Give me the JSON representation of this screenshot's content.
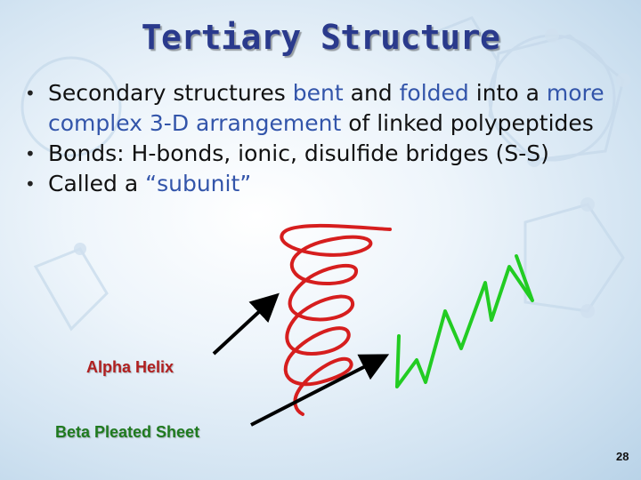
{
  "slide": {
    "title": "Tertiary Structure",
    "bullets": [
      [
        {
          "text": "Secondary structures ",
          "highlight": false
        },
        {
          "text": "bent",
          "highlight": true
        },
        {
          "text": " and ",
          "highlight": false
        },
        {
          "text": "folded",
          "highlight": true
        },
        {
          "text": " into a ",
          "highlight": false
        },
        {
          "text": "more complex 3-D arrangement",
          "highlight": true
        },
        {
          "text": " of linked polypeptides",
          "highlight": false
        }
      ],
      [
        {
          "text": "Bonds:  H-bonds, ionic, disulfide bridges (S-S)",
          "highlight": false
        }
      ],
      [
        {
          "text": "Called a ",
          "highlight": false
        },
        {
          "text": "“subunit”",
          "highlight": true
        }
      ]
    ],
    "bullet_symbol": "•",
    "labels": {
      "alpha_helix": "Alpha Helix",
      "beta_sheet": "Beta Pleated Sheet"
    },
    "page_number": "28",
    "colors": {
      "title": "#2a3a8c",
      "highlight": "#3355aa",
      "alpha_label": "#b02020",
      "beta_label": "#1f7a1f",
      "helix_stroke": "#d61e1e",
      "sheet_stroke": "#22cc22",
      "arrow": "#000000"
    }
  }
}
